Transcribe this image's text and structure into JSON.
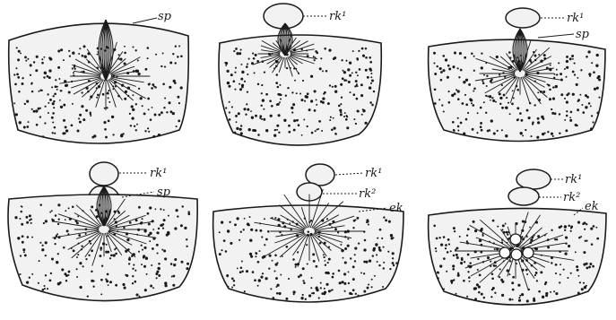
{
  "figure": {
    "panels": [
      {
        "id": "panel-1",
        "labels": [
          "sp"
        ]
      },
      {
        "id": "panel-2",
        "labels": [
          "rk¹"
        ]
      },
      {
        "id": "panel-3",
        "labels": [
          "rk¹",
          "sp"
        ]
      },
      {
        "id": "panel-4",
        "labels": [
          "rk¹",
          "sp"
        ]
      },
      {
        "id": "panel-5",
        "labels": [
          "rk¹",
          "rk²",
          "ek"
        ]
      },
      {
        "id": "panel-6",
        "labels": [
          "rk¹",
          "rk²",
          "ek"
        ]
      }
    ]
  },
  "style": {
    "ink": "#1a1a1a",
    "fill": "#f2f2f2",
    "paper": "#ffffff"
  }
}
